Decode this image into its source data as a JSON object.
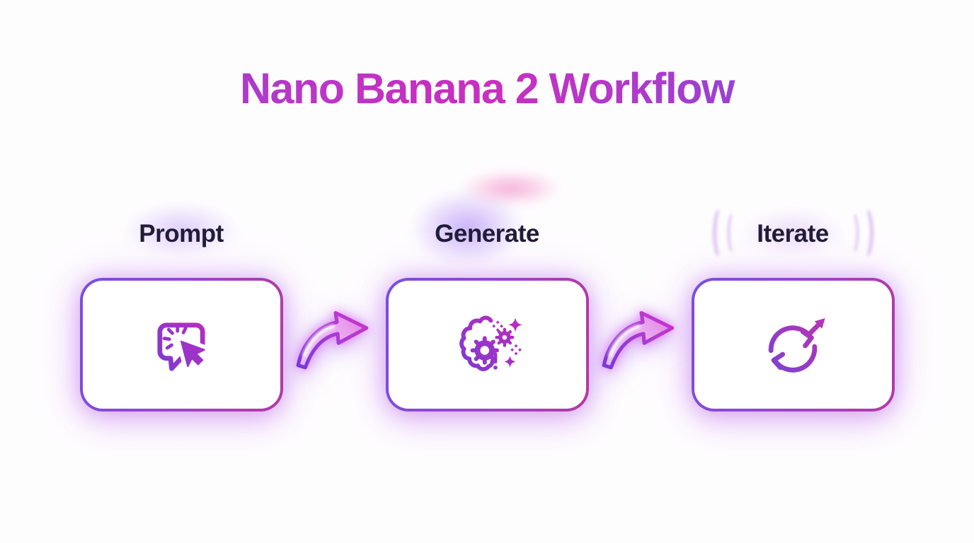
{
  "title": {
    "text": "Nano Banana 2 Workflow"
  },
  "steps": [
    {
      "label": "Prompt",
      "icon": "speech-bubble-cursor-click-icon"
    },
    {
      "label": "Generate",
      "icon": "brain-gears-sparkles-icon"
    },
    {
      "label": "Iterate",
      "icon": "refresh-cycle-arrow-icon"
    }
  ],
  "connectors": [
    {
      "icon": "curved-arrow-right-icon"
    },
    {
      "icon": "curved-arrow-right-icon"
    }
  ],
  "colors": {
    "background": "#fefdfe",
    "title_gradient_start": "#6f46d2",
    "title_gradient_mid": "#c92fc0",
    "title_gradient_end": "#7a49d6",
    "label_text": "#211c38",
    "card_border_start": "#7a4fdc",
    "card_border_end": "#b23aa4",
    "icon_gradient_start": "#7c3aed",
    "icon_gradient_end": "#c928b8",
    "glow_purple": "#a85ff2",
    "glow_pink": "#f069b9"
  }
}
